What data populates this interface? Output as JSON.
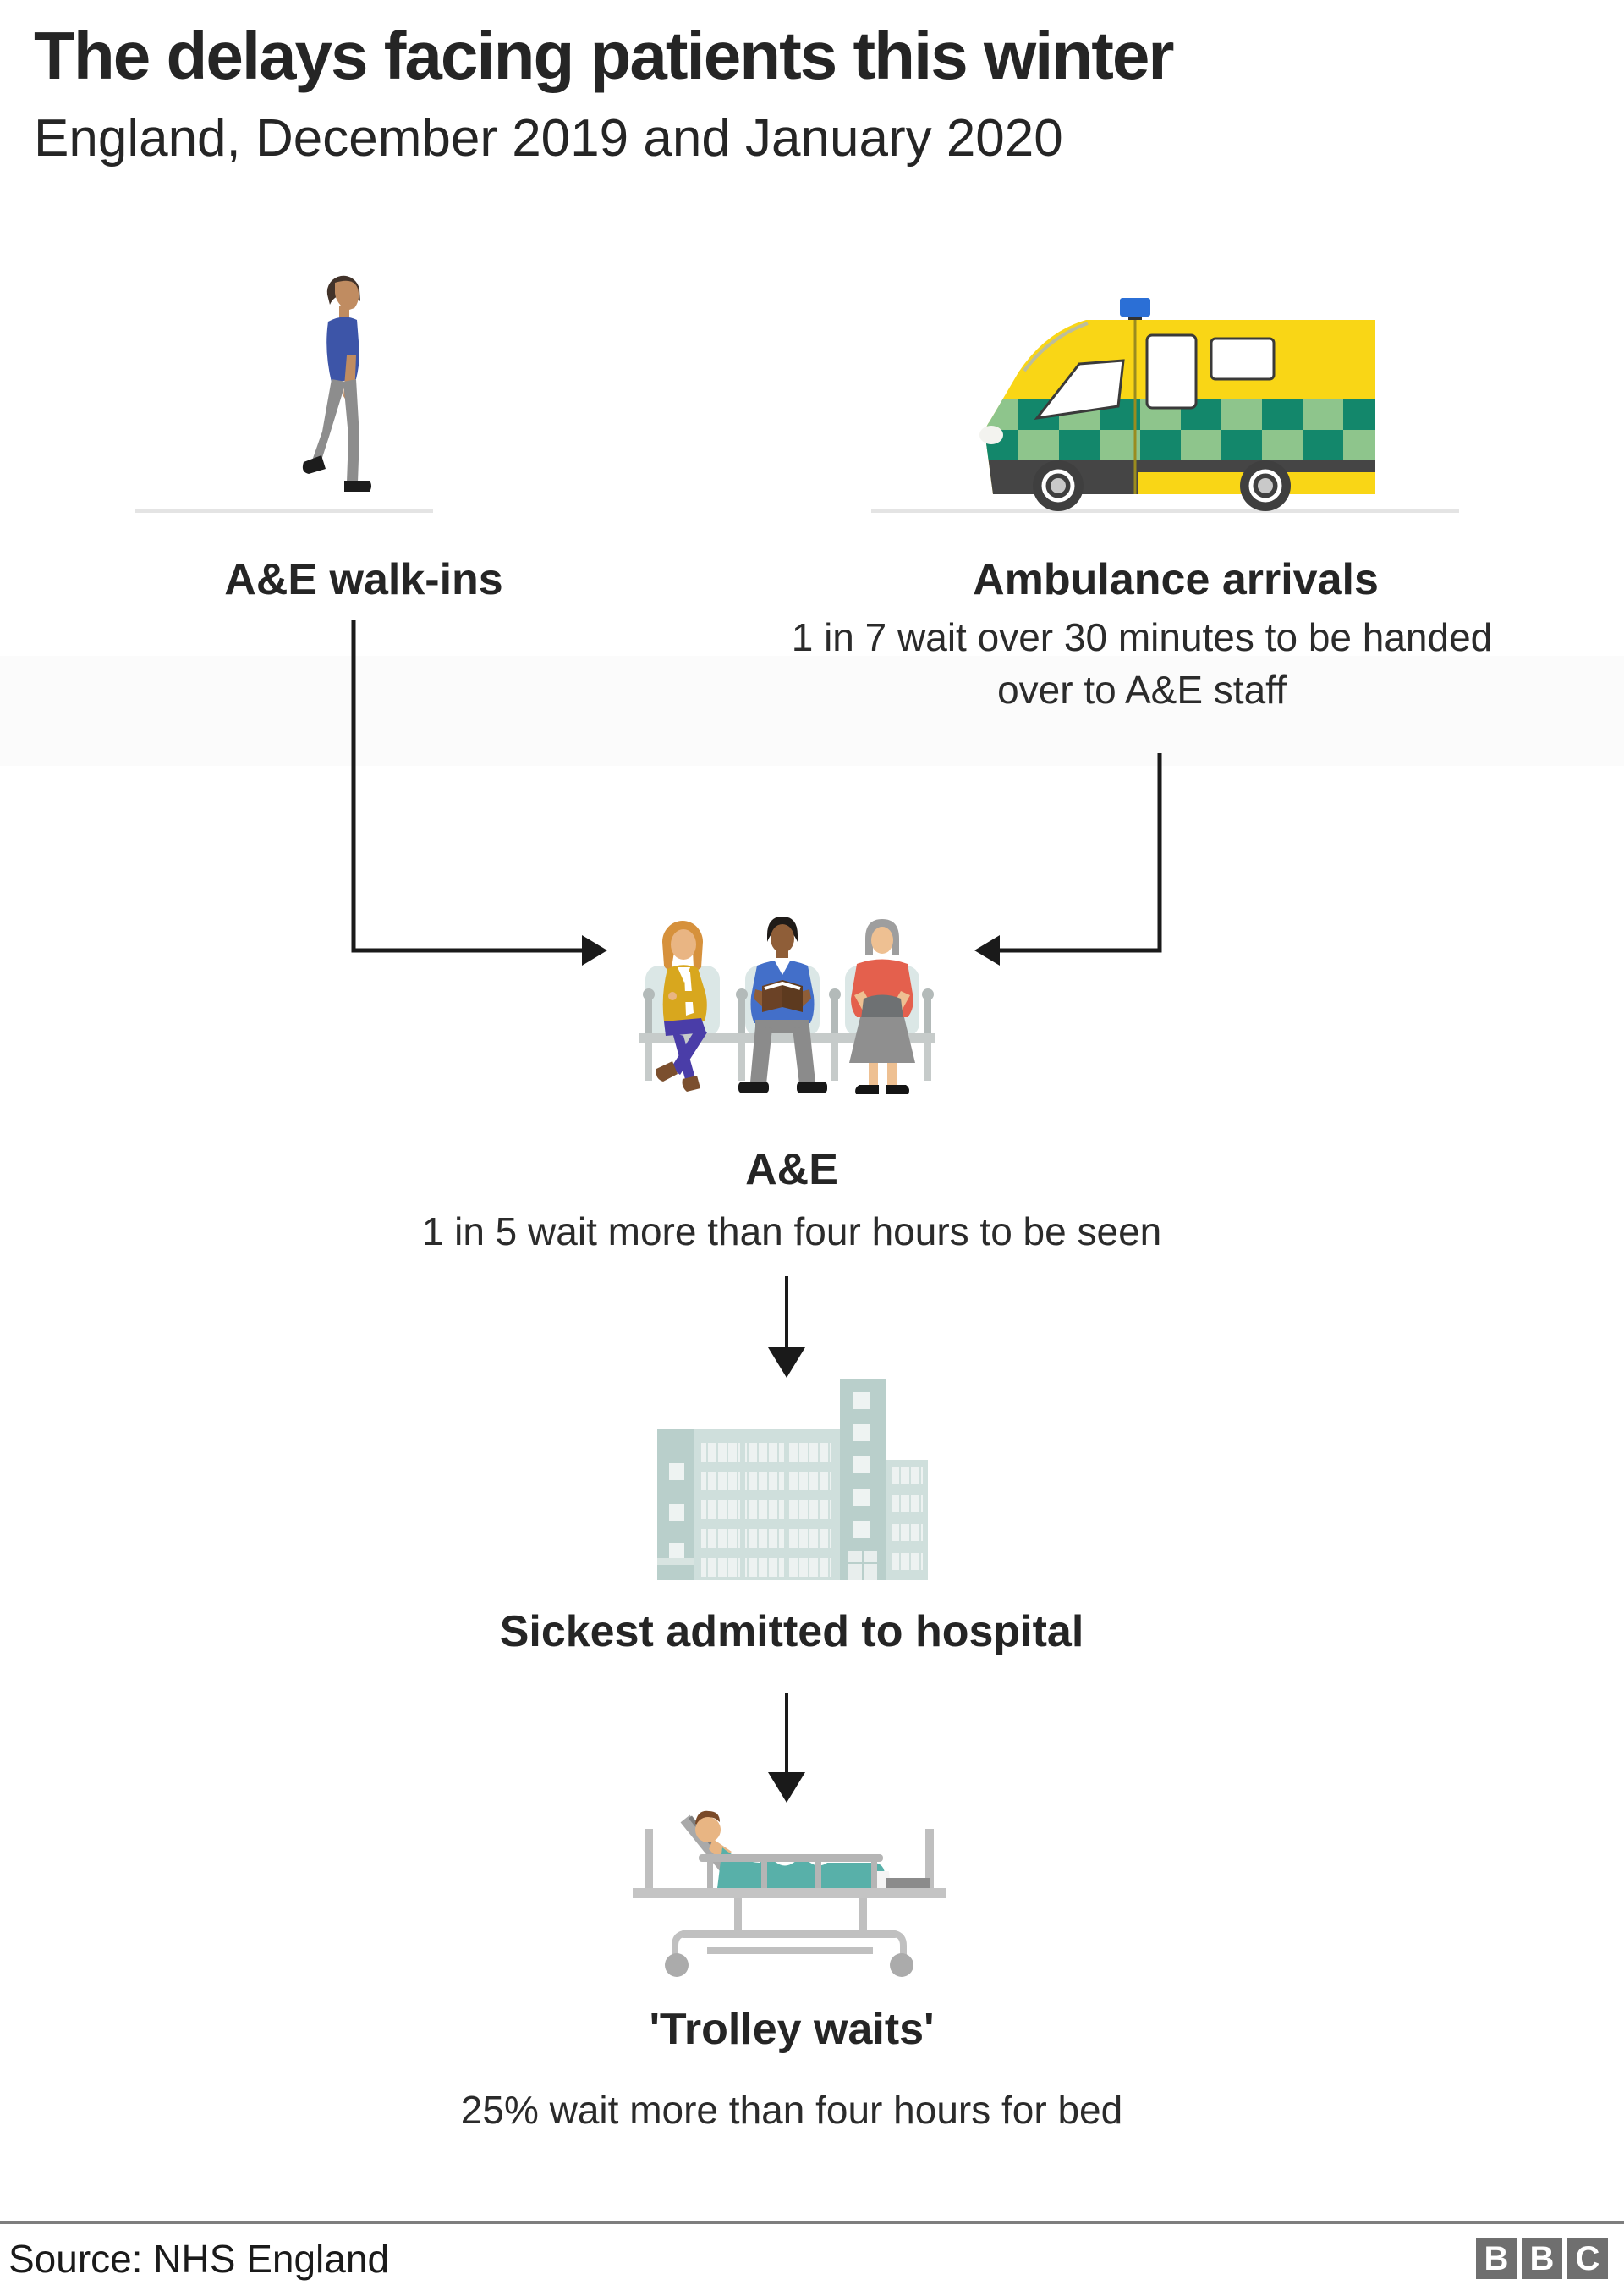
{
  "header": {
    "title": "The delays facing patients this winter",
    "subtitle": "England, December 2019 and January 2020"
  },
  "flow": {
    "walkins": {
      "label": "A&E walk-ins",
      "icon": "walking-person-icon"
    },
    "ambulance": {
      "label": "Ambulance arrivals",
      "stat": "1 in 7 wait over 30 minutes to be handed over to A&E staff",
      "icon": "ambulance-icon"
    },
    "ae": {
      "label": "A&E",
      "stat": "1 in 5 wait more than four hours to be seen",
      "icon": "waiting-patients-icon"
    },
    "hospital": {
      "label": "Sickest admitted to hospital",
      "icon": "hospital-building-icon"
    },
    "trolley": {
      "label": "'Trolley waits'",
      "stat": "25% wait more than four hours for bed",
      "icon": "trolley-bed-icon"
    }
  },
  "footer": {
    "source": "Source: NHS England",
    "logo": [
      "B",
      "B",
      "C"
    ]
  },
  "colors": {
    "ambulance_yellow": "#f9d616",
    "nhs_green_dark": "#13876b",
    "nhs_green_light": "#8ec58c",
    "beacon_blue": "#2b6fd6",
    "hospital_pale": "#cfdfdc",
    "hospital_dark": "#b9cfcb",
    "blanket_teal": "#58b0a9",
    "arrow_black": "#1a1a1a",
    "ground_gray": "#e4e4e4",
    "bbc_gray": "#6f6f6f"
  }
}
